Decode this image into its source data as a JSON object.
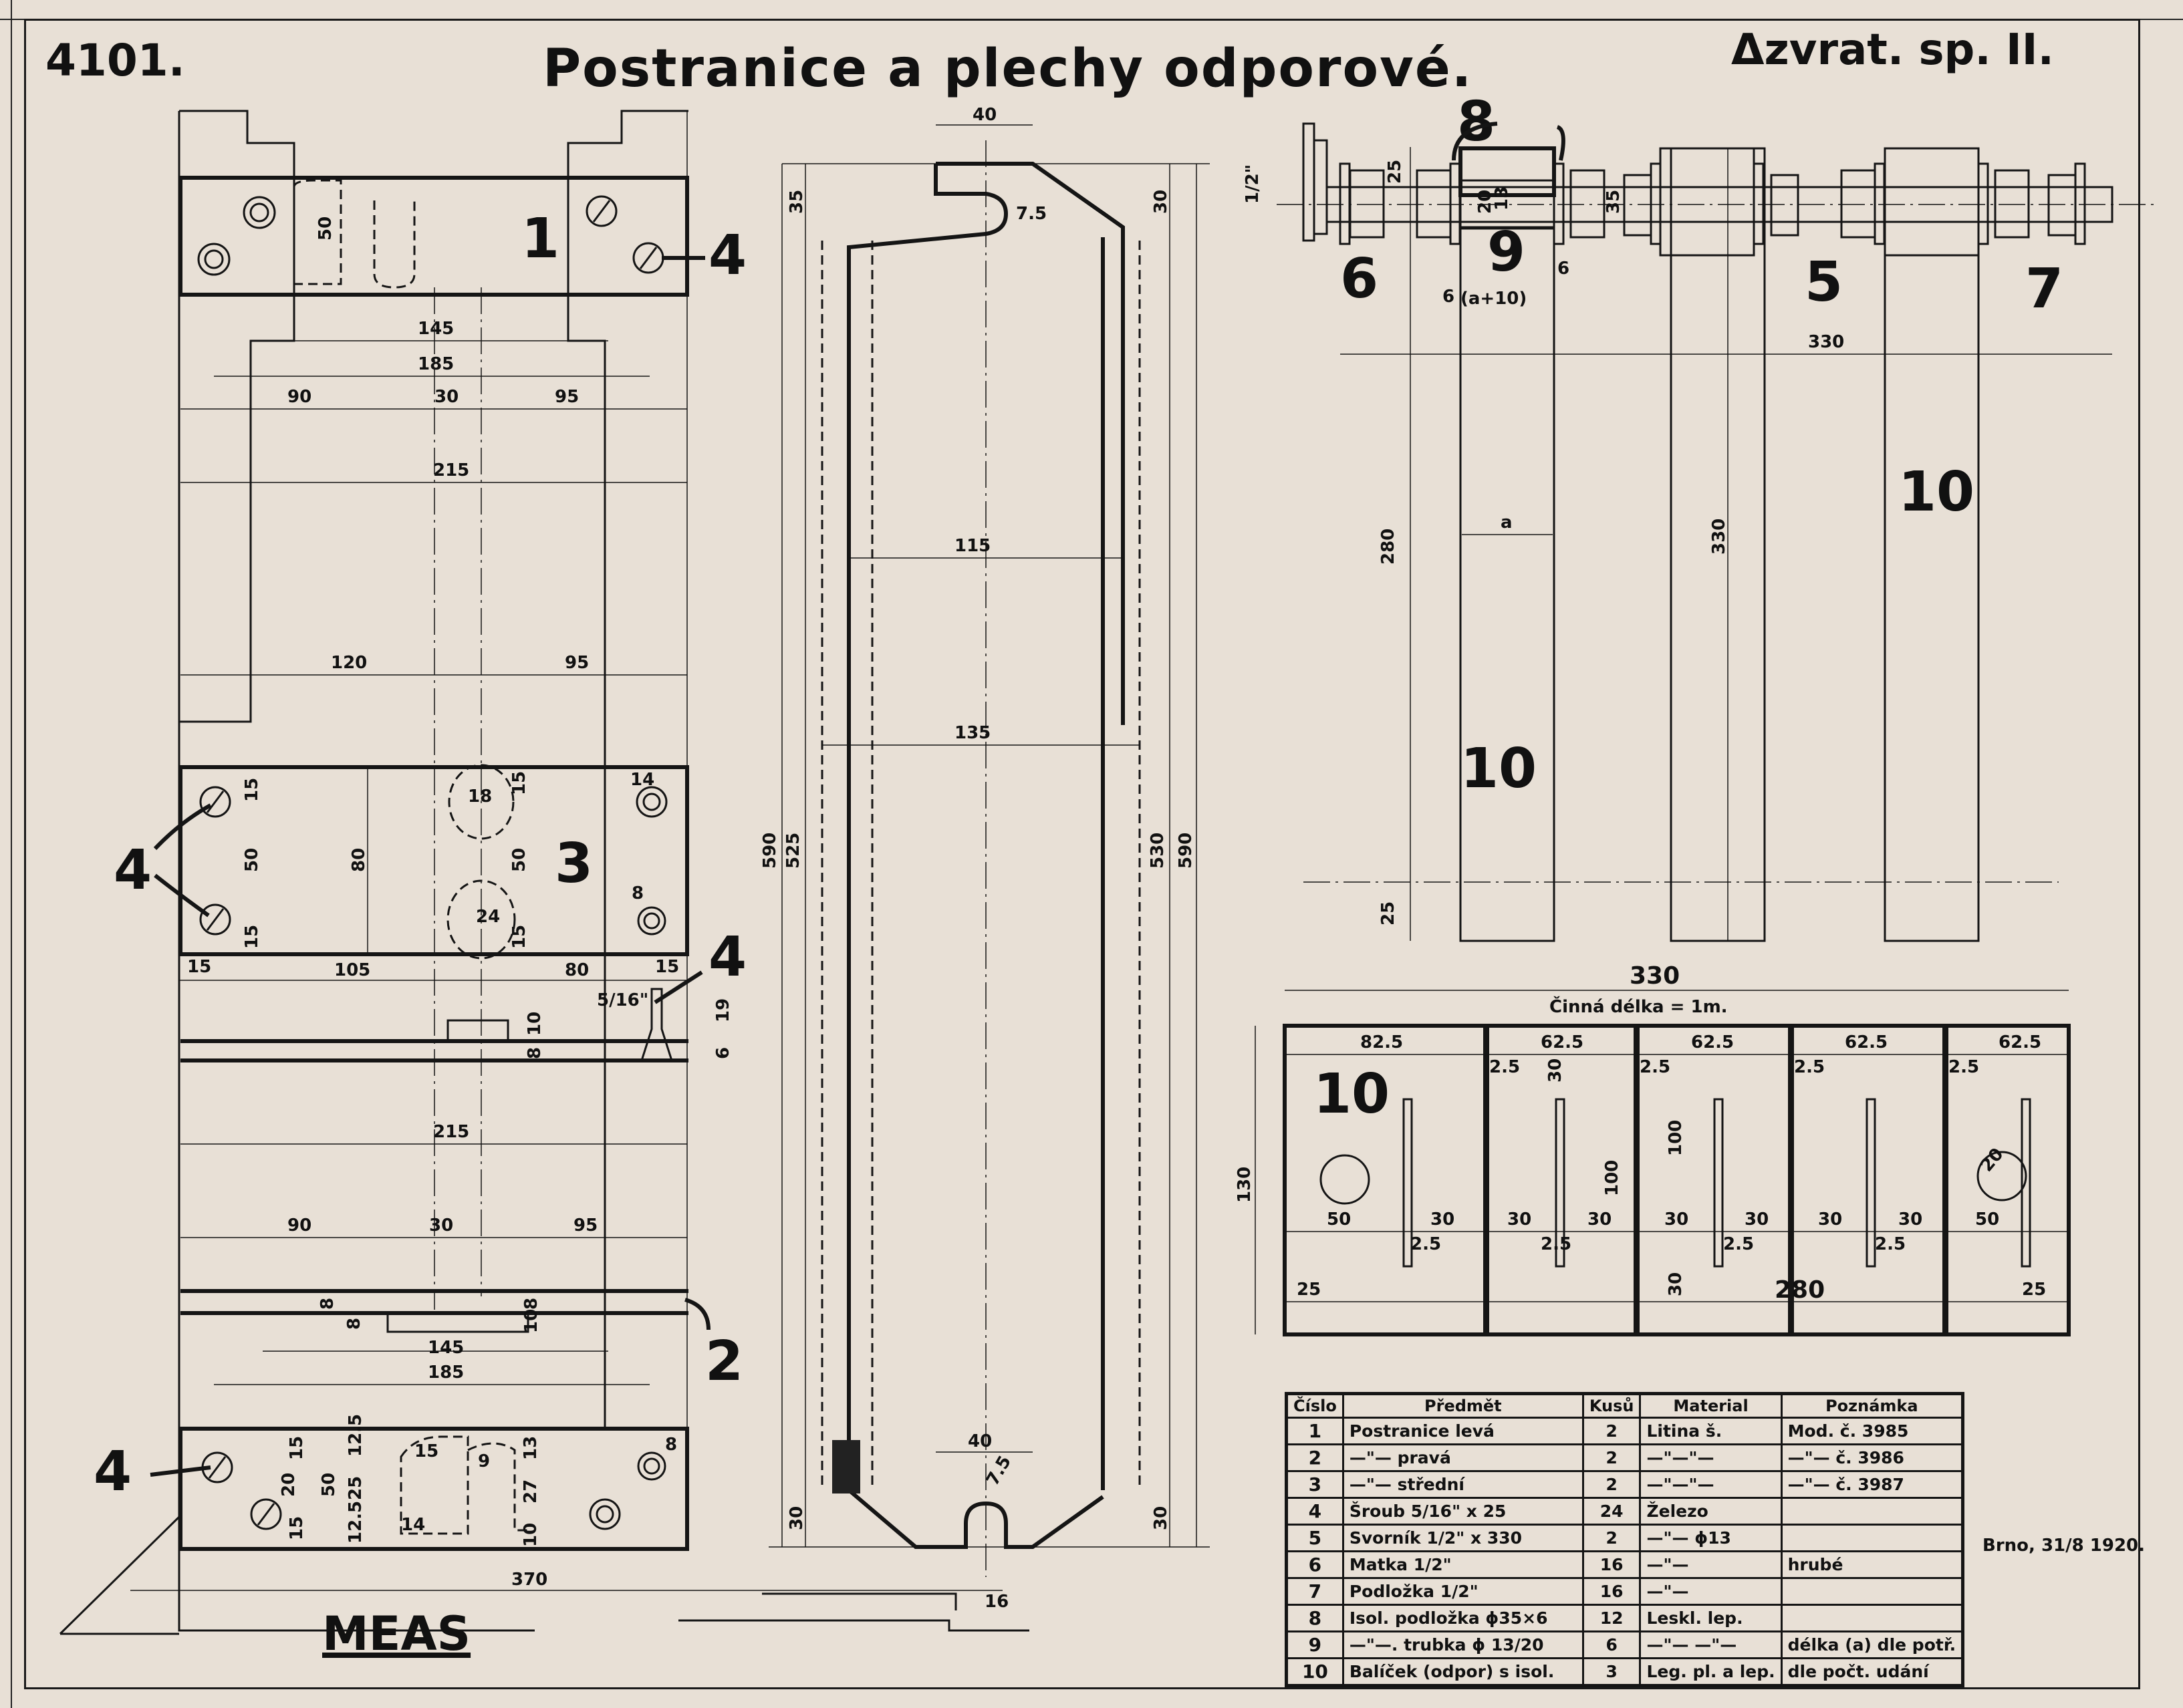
{
  "header": {
    "drawing_number": "4101.",
    "title": "Postranice a plechy odporové.",
    "subtitle": "Δzvrat. sp. II."
  },
  "footer": {
    "place_date": "Brno, 31/8 1920.",
    "maker": "MEAS"
  },
  "part_labels": {
    "p1": "1",
    "p2": "2",
    "p3": "3",
    "p4": "4",
    "p5": "5",
    "p6": "6",
    "p7": "7",
    "p8": "8",
    "p9": "9",
    "p10": "10"
  },
  "left_view": {
    "dims": {
      "top_50": "50",
      "d145_top": "145",
      "d185_top": "185",
      "d90_top": "90",
      "d30_top": "30",
      "d95_top": "95",
      "d215_top": "215",
      "d120": "120",
      "d95_mid": "95",
      "plate3_15a": "15",
      "plate3_50": "50",
      "plate3_15b": "15",
      "plate3_80": "80",
      "plate3_15c": "15",
      "plate3_50b": "50",
      "plate3_15d": "15",
      "hole_18": "18",
      "hole_24": "24",
      "hole_14": "14",
      "hole_8": "8",
      "row_15a": "15",
      "row_105": "105",
      "row_80": "80",
      "row_15b": "15",
      "bolt_size": "5/16\"",
      "h_19": "19",
      "h_10": "10",
      "h_8": "8",
      "h_6": "6",
      "d215_bot": "215",
      "d90_bot": "90",
      "d30_bot": "30",
      "d95_bot": "95",
      "d8a": "8",
      "d8b": "8",
      "d8c": "8",
      "d10": "10",
      "d145_bot": "145",
      "d185_bot": "185",
      "b_15a": "15",
      "b_20": "20",
      "b_15b": "15",
      "b_50": "50",
      "b_12_5a": "12.5",
      "b_25": "25",
      "b_12_5b": "12.5",
      "b_13": "13",
      "b_27": "27",
      "b_10": "10",
      "b_15h": "15",
      "b_14h": "14",
      "b_9": "9",
      "b_8": "8",
      "d370": "370"
    }
  },
  "side_view": {
    "dims": {
      "top_40": "40",
      "r_top": "7.5",
      "d35": "35",
      "d30_top": "30",
      "d115": "115",
      "d135": "135",
      "d590_l": "590",
      "d525": "525",
      "d530": "530",
      "d590_r": "590",
      "bot_40": "40",
      "r_bot": "7.5",
      "d30_bl": "30",
      "d30_br": "30",
      "d16": "16"
    }
  },
  "assembly_view": {
    "dims": {
      "half_inch": "1/2\"",
      "d25": "25",
      "d20": "20",
      "d13": "13",
      "d35": "35",
      "d6a": "6",
      "a_plus_10": "(a+10)",
      "d6b": "6",
      "d330": "330",
      "d280": "280",
      "a": "a",
      "d330_v": "330",
      "d25_bot": "25"
    }
  },
  "plate_view": {
    "total": "330",
    "active_length": "Činná délka = 1m.",
    "widths": [
      "82.5",
      "62.5",
      "62.5",
      "62.5",
      "62.5"
    ],
    "gaps": [
      "2.5",
      "2.5",
      "2.5",
      "2.5"
    ],
    "height": "130",
    "slot_depth": "100",
    "slot_depth2": "100",
    "top_margin": "30",
    "bottom_margin": "30",
    "row_50a": "50",
    "row_30": [
      "30",
      "30",
      "30",
      "30",
      "30",
      "30",
      "30"
    ],
    "row_50b": "50",
    "gap_labels_bottom": [
      "2.5",
      "2.5",
      "2.5",
      "2.5"
    ],
    "d25_left": "25",
    "d280": "280",
    "d25_right": "25",
    "hole_d": "20"
  },
  "parts_table": {
    "headers": [
      "Číslo",
      "Předmět",
      "Kusů",
      "Material",
      "Poznámka"
    ],
    "rows": [
      {
        "no": "1",
        "item": "Postranice levá",
        "qty": "2",
        "material": "Litina š.",
        "note": "Mod. č. 3985"
      },
      {
        "no": "2",
        "item": "—\"—  pravá",
        "qty": "2",
        "material": "—\"—\"—",
        "note": "—\"— č. 3986"
      },
      {
        "no": "3",
        "item": "—\"—  střední",
        "qty": "2",
        "material": "—\"—\"—",
        "note": "—\"— č. 3987"
      },
      {
        "no": "4",
        "item": "Šroub 5/16\" x 25",
        "qty": "24",
        "material": "Železo",
        "note": ""
      },
      {
        "no": "5",
        "item": "Svorník 1/2\" x 330",
        "qty": "2",
        "material": "—\"— ϕ13",
        "note": ""
      },
      {
        "no": "6",
        "item": "Matka 1/2\"",
        "qty": "16",
        "material": "—\"—",
        "note": "hrubé"
      },
      {
        "no": "7",
        "item": "Podložka 1/2\"",
        "qty": "16",
        "material": "—\"—",
        "note": ""
      },
      {
        "no": "8",
        "item": "Isol. podložka ϕ35×6",
        "qty": "12",
        "material": "Leskl. lep.",
        "note": ""
      },
      {
        "no": "9",
        "item": "—\"—. trubka ϕ 13/20",
        "qty": "6",
        "material": "—\"— —\"—",
        "note": "délka (a) dle potř."
      },
      {
        "no": "10",
        "item": "Balíček (odpor) s isol.",
        "qty": "3",
        "material": "Leg. pl. a lep.",
        "note": "dle počt. udání"
      }
    ]
  }
}
